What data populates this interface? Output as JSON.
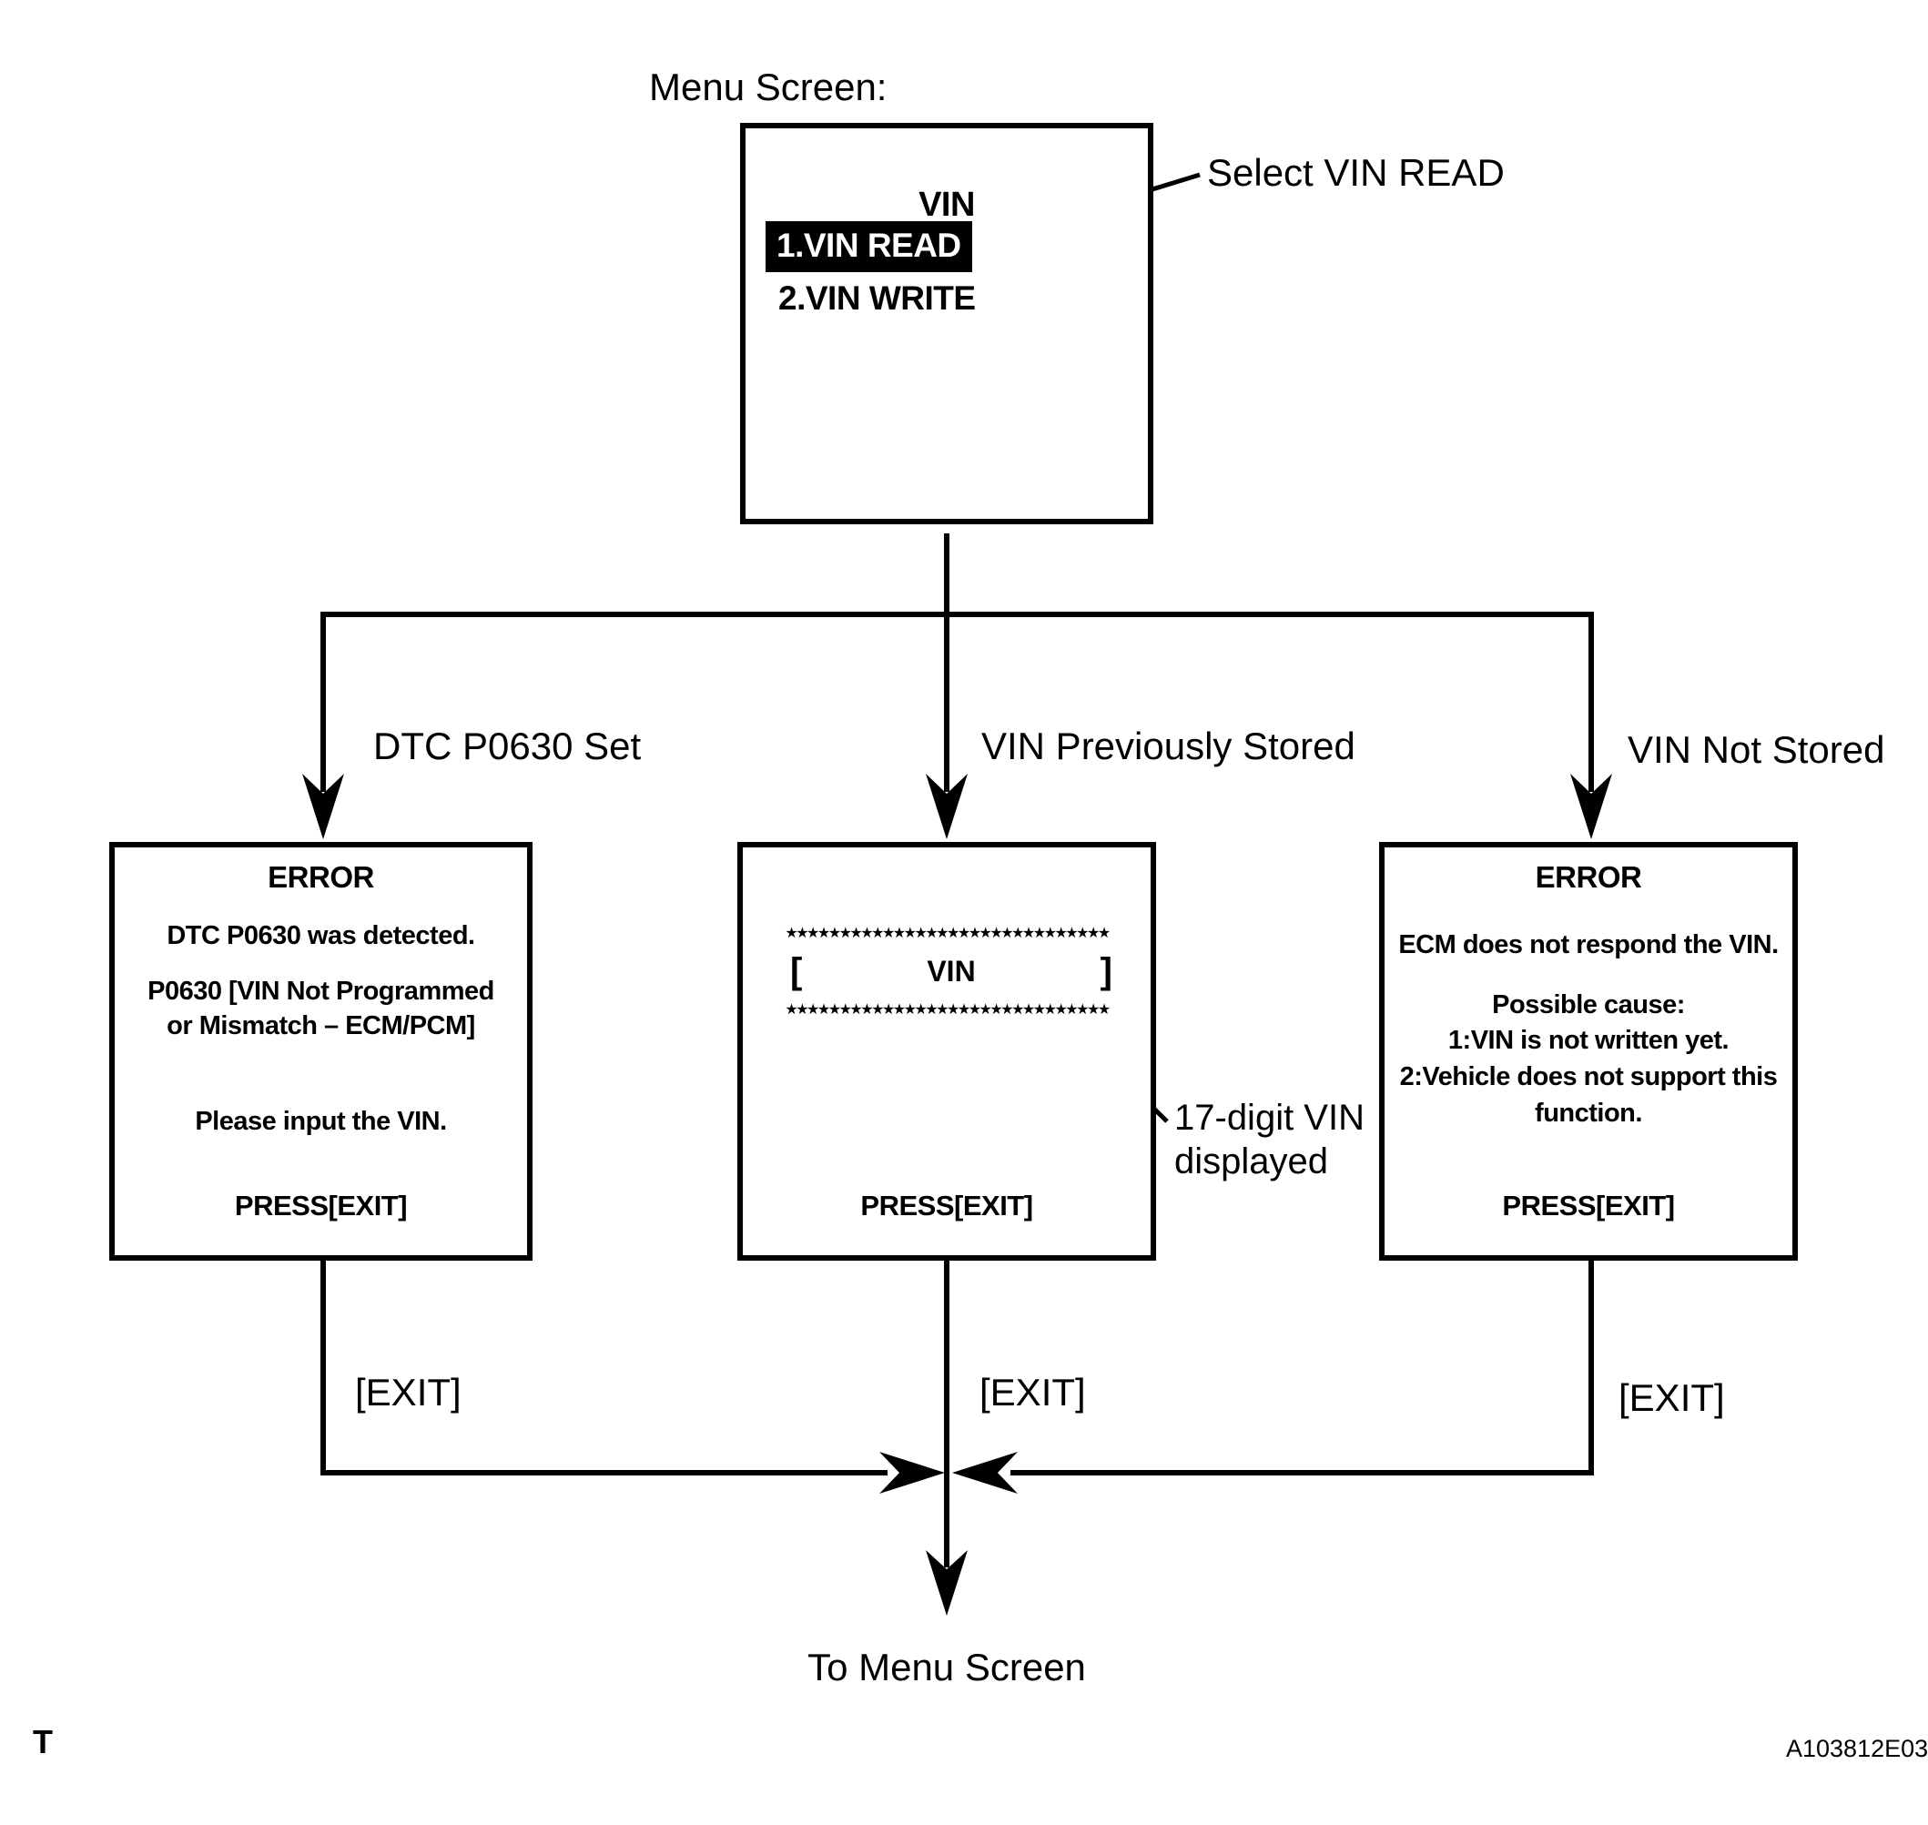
{
  "colors": {
    "ink": "#000000",
    "paper": "#ffffff"
  },
  "header": {
    "menu_screen_label": "Menu Screen:",
    "select_callout": "Select VIN READ"
  },
  "menu_screen": {
    "title": "VIN",
    "item_read": "1.VIN READ",
    "item_write": "2.VIN WRITE"
  },
  "branch_labels": {
    "left": "DTC P0630 Set",
    "middle": "VIN Previously Stored",
    "right": "VIN Not Stored"
  },
  "error_dtc_box": {
    "title": "ERROR",
    "line1": "DTC P0630 was detected.",
    "line2": "P0630  [VIN Not Programmed",
    "line3": "or Mismatch – ECM/PCM]",
    "line4": "Please input the VIN.",
    "press": "PRESS[EXIT]"
  },
  "vin_display_box": {
    "stars": "★★★★★★★★★★★★★★★★★★★★★★★★★★★★★★",
    "bracket_open": "[",
    "label": "VIN",
    "bracket_close": "]",
    "press": "PRESS[EXIT]"
  },
  "error_ecm_box": {
    "title": "ERROR",
    "line1": "ECM does not respond the VIN.",
    "line2": "Possible cause:",
    "line3": "1:VIN is not written yet.",
    "line4": "2:Vehicle does not support this",
    "line5": "function.",
    "press": "PRESS[EXIT]"
  },
  "annotation": {
    "line1": "17-digit VIN",
    "line2": "displayed"
  },
  "exit_labels": {
    "left": "[EXIT]",
    "middle": "[EXIT]",
    "right": "[EXIT]"
  },
  "footer": {
    "to_menu": "To Menu Screen",
    "page_marker": "T",
    "figure_code": "A103812E03"
  }
}
